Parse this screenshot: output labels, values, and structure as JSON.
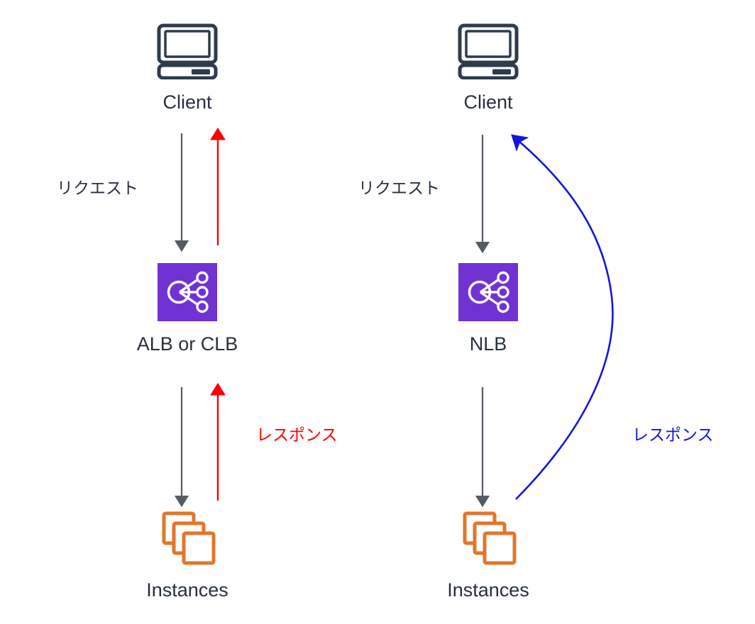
{
  "diagram": {
    "title": "ALB/CLB vs NLB request and response flow",
    "background": "#ffffff",
    "colors": {
      "text": "#28303f",
      "loadbalancer_purple": "#7132d4",
      "instance_orange": "#e2762c",
      "arrow_gray": "#545b64",
      "response_red": "#ff0000",
      "response_blue": "#1414e0"
    },
    "panels": [
      {
        "id": "alb-clb",
        "nodes": [
          {
            "id": "client",
            "label": "Client",
            "icon": "computer-icon"
          },
          {
            "id": "loadbalancer",
            "label": "ALB or CLB",
            "icon": "elastic-load-balancer-icon"
          },
          {
            "id": "instances",
            "label": "Instances",
            "icon": "instances-icon"
          }
        ],
        "edges": [
          {
            "id": "request-top",
            "label": "リクエスト",
            "color": "#545b64",
            "direction": "down",
            "from": "client",
            "to": "loadbalancer"
          },
          {
            "id": "response-top",
            "label": "",
            "color": "#ff0000",
            "direction": "up",
            "from": "loadbalancer",
            "to": "client"
          },
          {
            "id": "request-bottom",
            "label": "",
            "color": "#545b64",
            "direction": "down",
            "from": "loadbalancer",
            "to": "instances"
          },
          {
            "id": "response-bottom",
            "label": "レスポンス",
            "color": "#ff0000",
            "direction": "up",
            "from": "instances",
            "to": "loadbalancer"
          }
        ]
      },
      {
        "id": "nlb",
        "nodes": [
          {
            "id": "client",
            "label": "Client",
            "icon": "computer-icon"
          },
          {
            "id": "loadbalancer",
            "label": "NLB",
            "icon": "elastic-load-balancer-icon"
          },
          {
            "id": "instances",
            "label": "Instances",
            "icon": "instances-icon"
          }
        ],
        "edges": [
          {
            "id": "request-top",
            "label": "リクエスト",
            "color": "#545b64",
            "direction": "down",
            "from": "client",
            "to": "loadbalancer"
          },
          {
            "id": "request-bottom",
            "label": "",
            "color": "#545b64",
            "direction": "down",
            "from": "loadbalancer",
            "to": "instances"
          },
          {
            "id": "response-direct",
            "label": "レスポンス",
            "color": "#1414e0",
            "direction": "up",
            "from": "instances",
            "to": "client",
            "shape": "curve"
          }
        ]
      }
    ],
    "labels": {
      "left_client": "Client",
      "left_lb": "ALB or CLB",
      "left_instances": "Instances",
      "left_request": "リクエスト",
      "left_response": "レスポンス",
      "right_client": "Client",
      "right_lb": "NLB",
      "right_instances": "Instances",
      "right_request": "リクエスト",
      "right_response": "レスポンス"
    }
  }
}
